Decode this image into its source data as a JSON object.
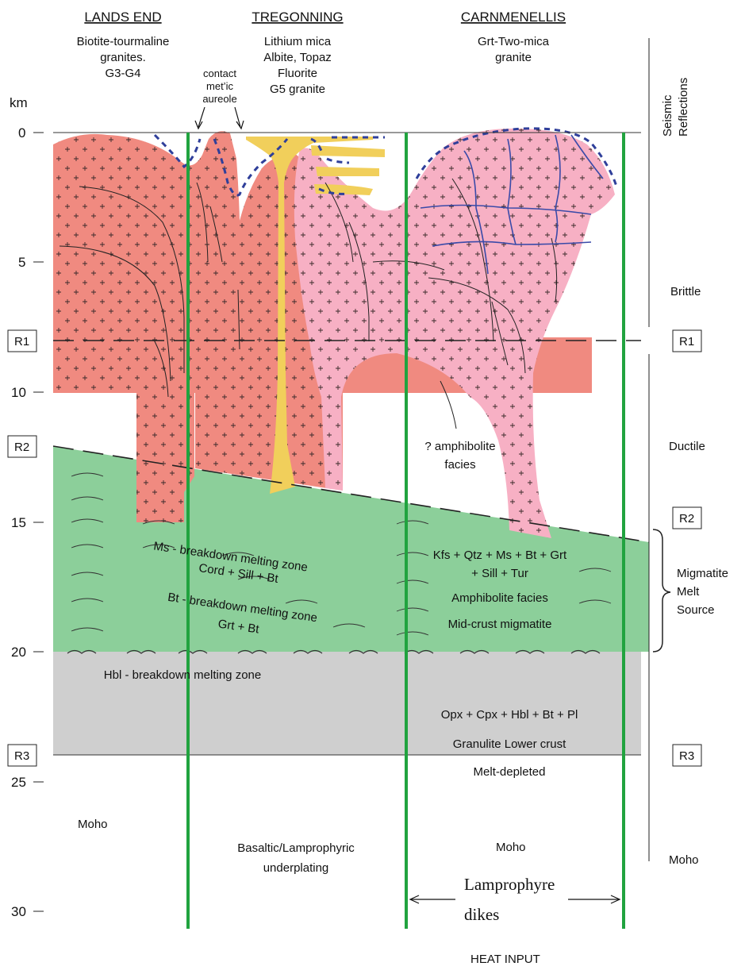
{
  "colors": {
    "lands_end_granite": "#f08a80",
    "carnmenellis_granite": "#f7b0c4",
    "tregonning_granite": "#f1cf5b",
    "migmatite_zone": "#8ccf9a",
    "lower_crust": "#cfcfcf",
    "dikes": "#21a33f",
    "aureole_dashes": "#2f3f9a",
    "carnmenellis_joints": "#3a4aa8"
  },
  "columns": {
    "lands_end": {
      "title": "LANDS END",
      "desc": [
        "Biotite-tourmaline",
        "granites.",
        "G3-G4"
      ]
    },
    "tregonning": {
      "title": "TREGONNING",
      "desc": [
        "Lithium mica",
        "Albite, Topaz",
        "Fluorite",
        "G5 granite"
      ]
    },
    "carnmenellis": {
      "title": "CARNMENELLIS",
      "desc": [
        "Grt-Two-mica",
        "granite"
      ]
    }
  },
  "contact_aureole": [
    "contact",
    "met’ic",
    "aureole"
  ],
  "axis": {
    "unit": "km",
    "ticks": [
      "0",
      "5",
      "10",
      "15",
      "20",
      "25",
      "30"
    ]
  },
  "reflectors": {
    "r1": "R1",
    "r2": "R2",
    "r3": "R3"
  },
  "right_column": {
    "title": [
      "Seismic",
      "Reflections"
    ],
    "brittle": "Brittle",
    "ductile": "Ductile",
    "migmatite": [
      "Migmatite",
      "Melt",
      "Source"
    ],
    "moho": "Moho"
  },
  "zones": {
    "amphibolite_question": [
      "? amphibolite",
      "facies"
    ],
    "ms_breakdown": "Ms - breakdown melting zone",
    "cord": "Cord + Sill + Bt",
    "bt_breakdown": "Bt - breakdown melting zone",
    "grt_bt": "Grt + Bt",
    "kfs": "Kfs + Qtz + Ms + Bt + Grt",
    "sill_tur": "+ Sill + Tur",
    "amphibolite_facies": "Amphibolite facies",
    "mid_crust": "Mid-crust migmatite",
    "hbl_breakdown": "Hbl - breakdown melting zone",
    "opx": "Opx + Cpx + Hbl + Bt + Pl",
    "granulite": "Granulite Lower crust",
    "melt_depleted": "Melt-depleted",
    "moho_left": "Moho",
    "moho_center": "Moho",
    "basaltic": [
      "Basaltic/Lamprophyric",
      "underplating"
    ]
  },
  "lamprophyre": [
    "Lamprophyre",
    "dikes"
  ],
  "heat_input": "HEAT INPUT"
}
